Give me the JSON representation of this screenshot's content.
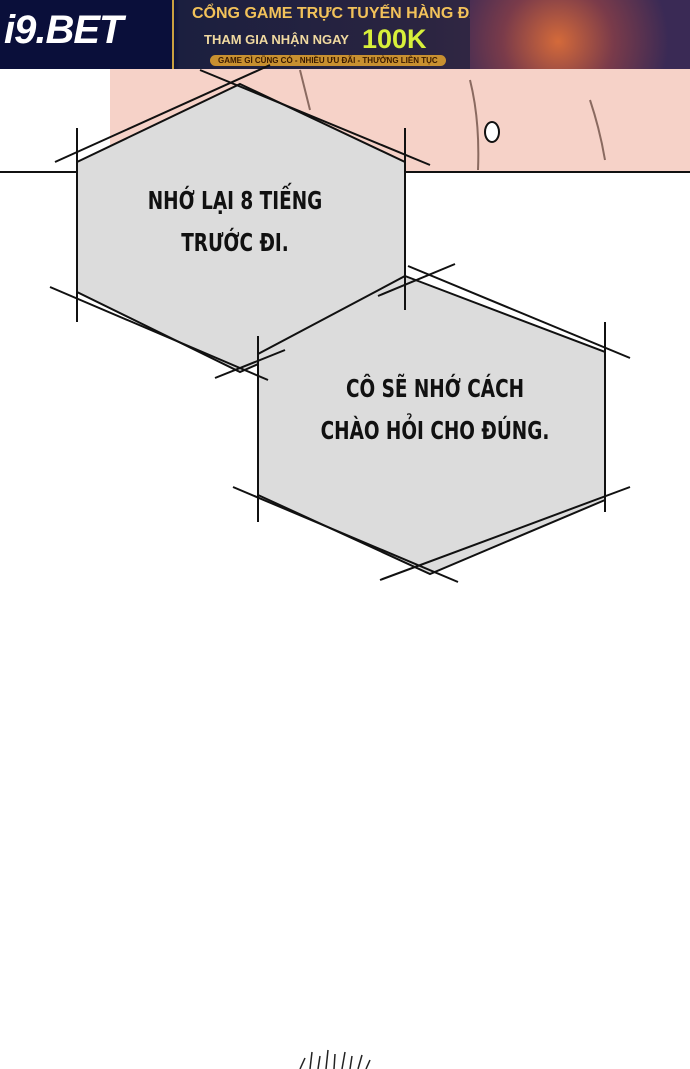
{
  "ad_banner": {
    "logo": "i9.BET",
    "headline": "CỔNG GAME TRỰC TUYẾN HÀNG ĐẦU",
    "offer_prefix": "THAM GIA NHẬN NGAY",
    "offer_amount": "100K",
    "tagline": "GAME GÌ CŨNG CÓ - NHIỀU ƯU ĐÃI - THƯỞNG LIÊN TỤC"
  },
  "bubbles": [
    {
      "line1": "NHỚ LẠI 8 TIẾNG",
      "line2": "TRƯỚC ĐI."
    },
    {
      "line1": "CÔ SẼ NHỚ CÁCH",
      "line2": "CHÀO HỎI CHO ĐÚNG."
    }
  ],
  "colors": {
    "bubble_fill": "#dcdcdc",
    "panel_skin": "#f6d2c8"
  }
}
